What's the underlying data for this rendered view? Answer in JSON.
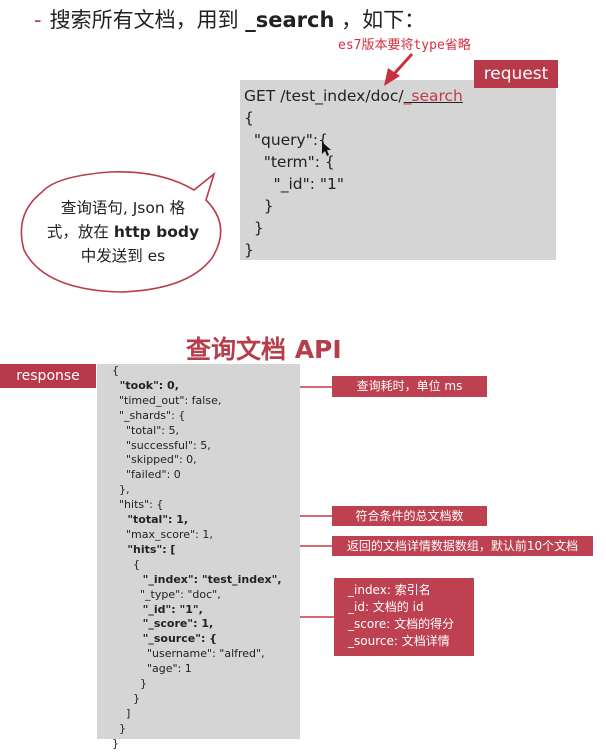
{
  "heading": {
    "dash": "-",
    "text_before": "搜索所有文档，用到 ",
    "keyword": "_search",
    "text_after": " ，如下："
  },
  "note": "es7版本要将type省略",
  "request": {
    "label": "request",
    "line_get_prefix": "GET /test_index/doc/",
    "line_get_search": "_search",
    "body_lines": [
      "{",
      "  \"query\":{",
      "    \"term\": {",
      "      \"_id\": \"1\"",
      "    }",
      "  }",
      "}"
    ]
  },
  "bubble": {
    "line1": "查询语句, Json 格",
    "line2_pre": "式，放在 ",
    "line2_bold": "http body",
    "line3": "中发送到 es"
  },
  "api_title": "查询文档 API",
  "response": {
    "label": "response",
    "lines": [
      {
        "t": "{",
        "b": false
      },
      {
        "t": "  \"took\": 0,",
        "b": true
      },
      {
        "t": "  \"timed_out\": false,",
        "b": false
      },
      {
        "t": "  \"_shards\": {",
        "b": false
      },
      {
        "t": "    \"total\": 5,",
        "b": false
      },
      {
        "t": "    \"successful\": 5,",
        "b": false
      },
      {
        "t": "    \"skipped\": 0,",
        "b": false
      },
      {
        "t": "    \"failed\": 0",
        "b": false
      },
      {
        "t": "  },",
        "b": false
      },
      {
        "t": "  \"hits\": {",
        "b": false
      },
      {
        "t": "    \"total\": 1,",
        "b": true
      },
      {
        "t": "    \"max_score\": 1,",
        "b": false
      },
      {
        "t": "    \"hits\": [",
        "b": true
      },
      {
        "t": "      {",
        "b": false
      },
      {
        "t": "        \"_index\": \"test_index\",",
        "b": true
      },
      {
        "t": "        \"_type\": \"doc\",",
        "b": false
      },
      {
        "t": "        \"_id\": \"1\",",
        "b": true
      },
      {
        "t": "        \"_score\": 1,",
        "b": true
      },
      {
        "t": "        \"_source\": {",
        "b": true
      },
      {
        "t": "          \"username\": \"alfred\",",
        "b": false
      },
      {
        "t": "          \"age\": 1",
        "b": false
      },
      {
        "t": "        }",
        "b": false
      },
      {
        "t": "      }",
        "b": false
      },
      {
        "t": "    ]",
        "b": false
      },
      {
        "t": "  }",
        "b": false
      },
      {
        "t": "}",
        "b": false
      }
    ]
  },
  "callouts": {
    "took": "查询耗时，单位 ms",
    "total": "符合条件的总文档数",
    "hits": "返回的文档详情数据数组，默认前10个文档",
    "fields": [
      "_index: 索引名",
      "_id: 文档的 id",
      "_score: 文档的得分",
      "_source: 文档详情"
    ]
  },
  "colors": {
    "accent": "#b7394a",
    "panel": "#d5d5d5"
  }
}
